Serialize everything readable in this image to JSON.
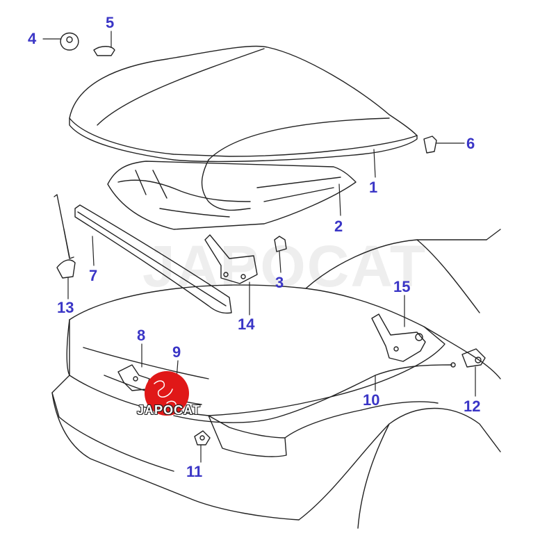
{
  "diagram": {
    "type": "exploded-parts-diagram",
    "subject": "hood-and-lock",
    "callout_color": "#3a35c6",
    "callouts": [
      {
        "id": "1",
        "label": "1"
      },
      {
        "id": "2",
        "label": "2"
      },
      {
        "id": "3",
        "label": "3"
      },
      {
        "id": "4",
        "label": "4"
      },
      {
        "id": "5",
        "label": "5"
      },
      {
        "id": "6",
        "label": "6"
      },
      {
        "id": "7",
        "label": "7"
      },
      {
        "id": "8",
        "label": "8"
      },
      {
        "id": "9",
        "label": "9"
      },
      {
        "id": "10",
        "label": "10"
      },
      {
        "id": "11",
        "label": "11"
      },
      {
        "id": "12",
        "label": "12"
      },
      {
        "id": "13",
        "label": "13"
      },
      {
        "id": "14",
        "label": "14"
      },
      {
        "id": "15",
        "label": "15"
      }
    ]
  },
  "branding": {
    "watermark": "JAPOCAT",
    "logo_text": "JAPOCAT",
    "logo_color": "#e01818"
  }
}
